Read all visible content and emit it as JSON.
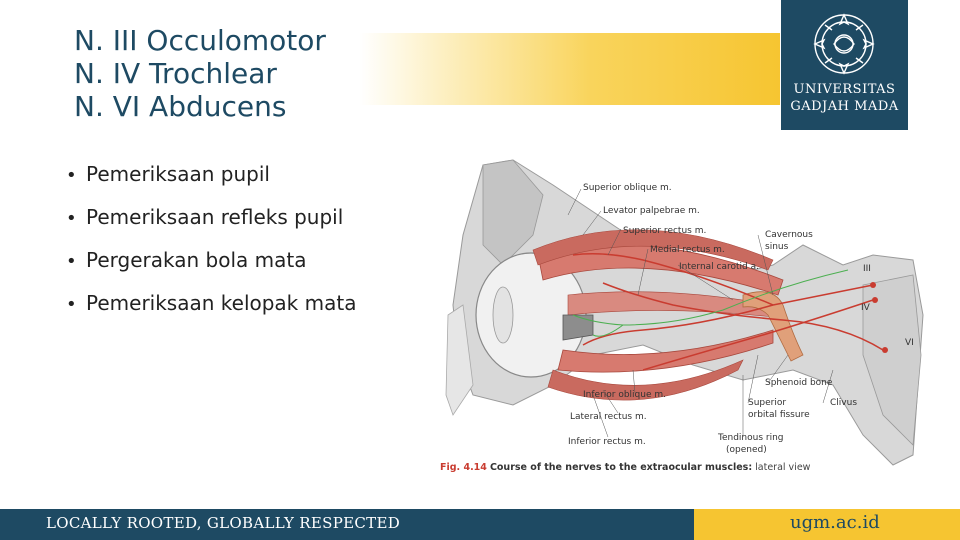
{
  "title": {
    "line1": "N. III Occulomotor",
    "line2": "N. IV Trochlear",
    "line3": "N. VI Abducens"
  },
  "bullets": [
    "Pemeriksaan pupil",
    "Pemeriksaan refleks pupil",
    "Pergerakan bola mata",
    "Pemeriksaan kelopak mata"
  ],
  "logo": {
    "line1": "UNIVERSITAS",
    "line2": "GADJAH MADA",
    "icon": "ugm-emblem-icon"
  },
  "figure": {
    "labels": {
      "superior_oblique": "Superior oblique m.",
      "levator_palpebrae": "Levator palpebrae m.",
      "superior_rectus": "Superior rectus m.",
      "medial_rectus": "Medial rectus m.",
      "cavernous_sinus_1": "Cavernous",
      "cavernous_sinus_2": "sinus",
      "internal_carotid": "Internal carotid a.",
      "nerve_iii": "III",
      "nerve_iv": "IV",
      "nerve_vi": "VI",
      "sphenoid_bone": "Sphenoid bone",
      "inferior_oblique": "Inferior oblique m.",
      "superior_orbital_1": "Superior",
      "superior_orbital_2": "orbital fissure",
      "clivus": "Clivus",
      "lateral_rectus": "Lateral rectus m.",
      "tendinous_ring_1": "Tendinous ring",
      "tendinous_ring_2": "(opened)",
      "inferior_rectus": "Inferior rectus m."
    },
    "caption_fig": "Fig. 4.14",
    "caption_bold": "Course of the nerves to the extraocular muscles:",
    "caption_rest": " lateral view"
  },
  "footer": {
    "slogan": "LOCALLY ROOTED, GLOBALLY RESPECTED",
    "url": "ugm.ac.id"
  },
  "colors": {
    "navy": "#1e4a63",
    "gold": "#f6c531",
    "nerve_red": "#c93c30",
    "nerve_green": "#4caf50"
  }
}
